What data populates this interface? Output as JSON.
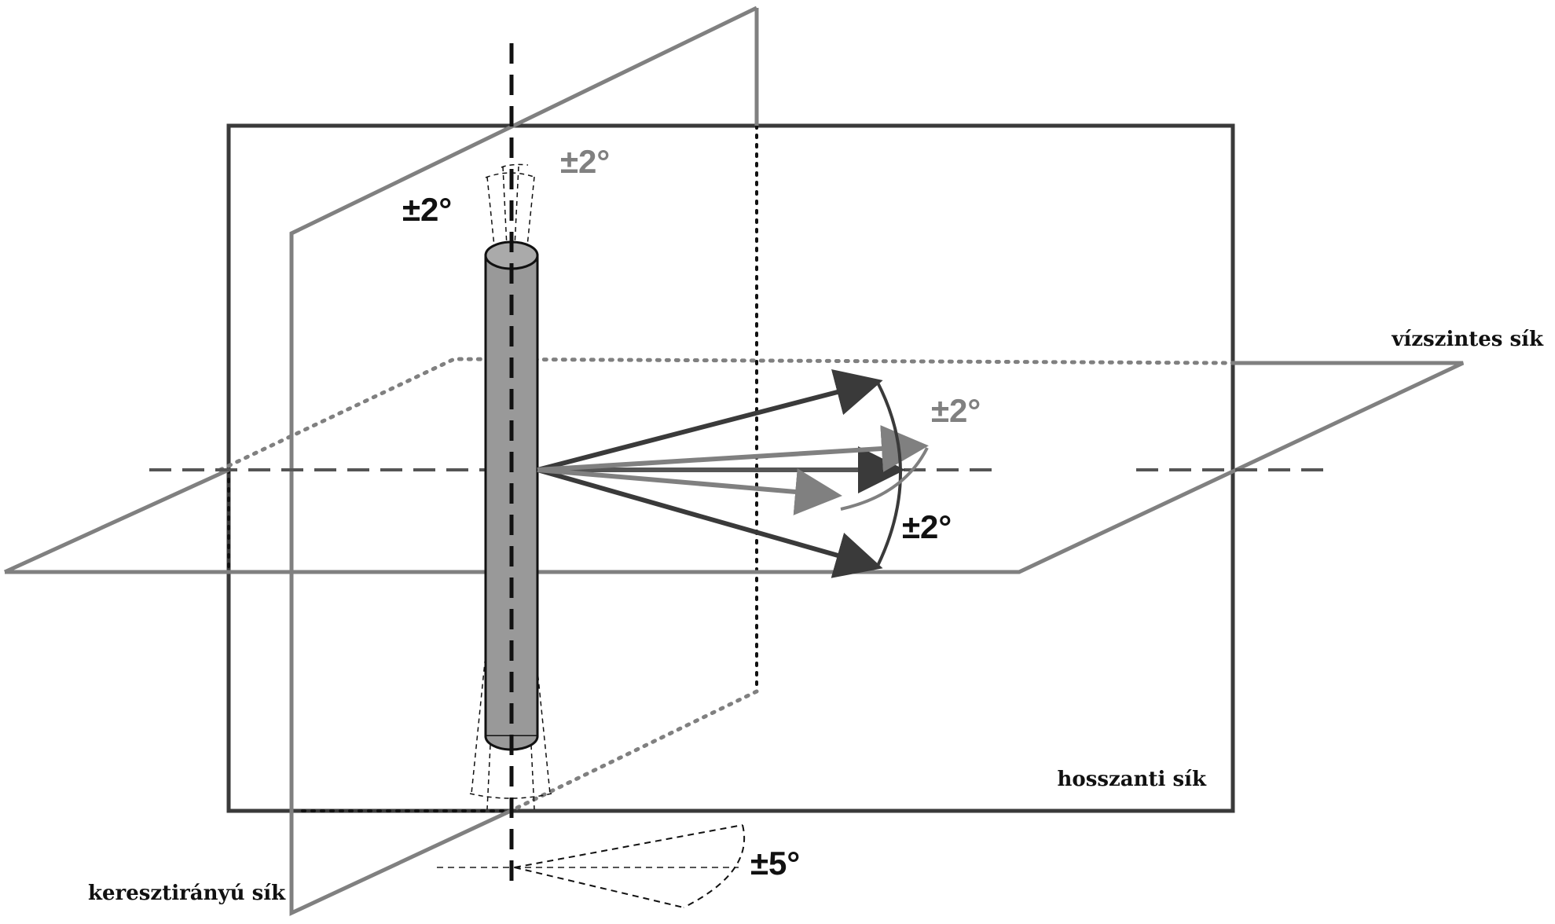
{
  "labels": {
    "horizontal_plane": "vízszintes sík",
    "longitudinal_plane": "hosszanti sík",
    "transverse_plane": "keresztirányú sík"
  },
  "tolerances": {
    "vertical_transverse": "±2°",
    "vertical_longitudinal": "±2°",
    "horizontal_up": "±2°",
    "horizontal_down": "±2°",
    "bottom_rotation": "±5°"
  },
  "colors": {
    "dark": "#3a3a3a",
    "mid": "#808080",
    "cylinder": "#999999",
    "black": "#111111"
  }
}
